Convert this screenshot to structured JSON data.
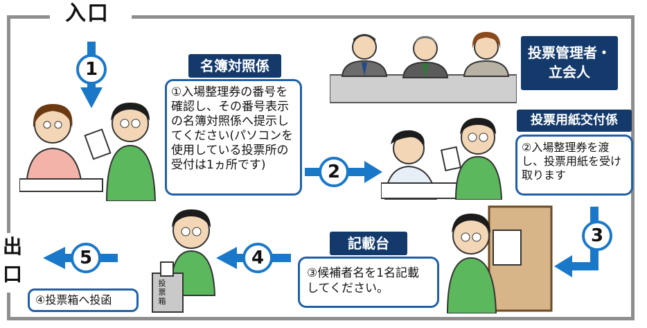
{
  "entrance_label": "入口",
  "exit_label": "出口",
  "colors": {
    "navy": "#143a6b",
    "blue": "#1a78c8",
    "frame": "#8e8e8e"
  },
  "stations": {
    "register": {
      "title": "名簿対照係",
      "description": "①入場整理券の番号を確認し、その番号表示の名簿対照係へ提示してください(パソコンを使用している投票所の受付は1ヵ所です)"
    },
    "supervisor": {
      "title_line1": "投票管理者・",
      "title_line2": "立会人"
    },
    "ballot_issue": {
      "title": "投票用紙交付係",
      "description": "②入場整理券を渡し、投票用紙を受け取ります"
    },
    "writing_desk": {
      "title": "記載台",
      "description": "③候補者名を1名記載してください。"
    },
    "ballot_box": {
      "description": "④投票箱へ投函",
      "box_label": "投票箱"
    }
  },
  "steps": [
    "1",
    "2",
    "3",
    "4",
    "5"
  ]
}
